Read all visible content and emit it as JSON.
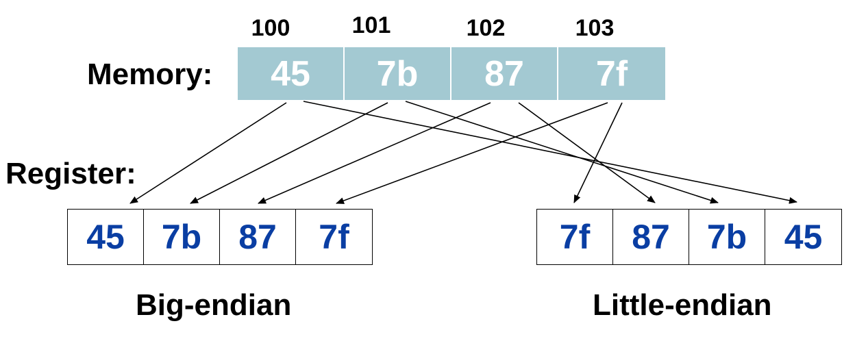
{
  "memory": {
    "label": "Memory:",
    "addresses": [
      "100",
      "101",
      "102",
      "103"
    ],
    "bytes": [
      "45",
      "7b",
      "87",
      "7f"
    ]
  },
  "register": {
    "label": "Register:"
  },
  "big_endian": {
    "caption": "Big-endian",
    "bytes": [
      "45",
      "7b",
      "87",
      "7f"
    ]
  },
  "little_endian": {
    "caption": "Little-endian",
    "bytes": [
      "7f",
      "87",
      "7b",
      "45"
    ]
  },
  "colors": {
    "memory_fill": "#a3c9d2",
    "memory_text": "#ffffff",
    "register_text": "#0a3ea3"
  }
}
